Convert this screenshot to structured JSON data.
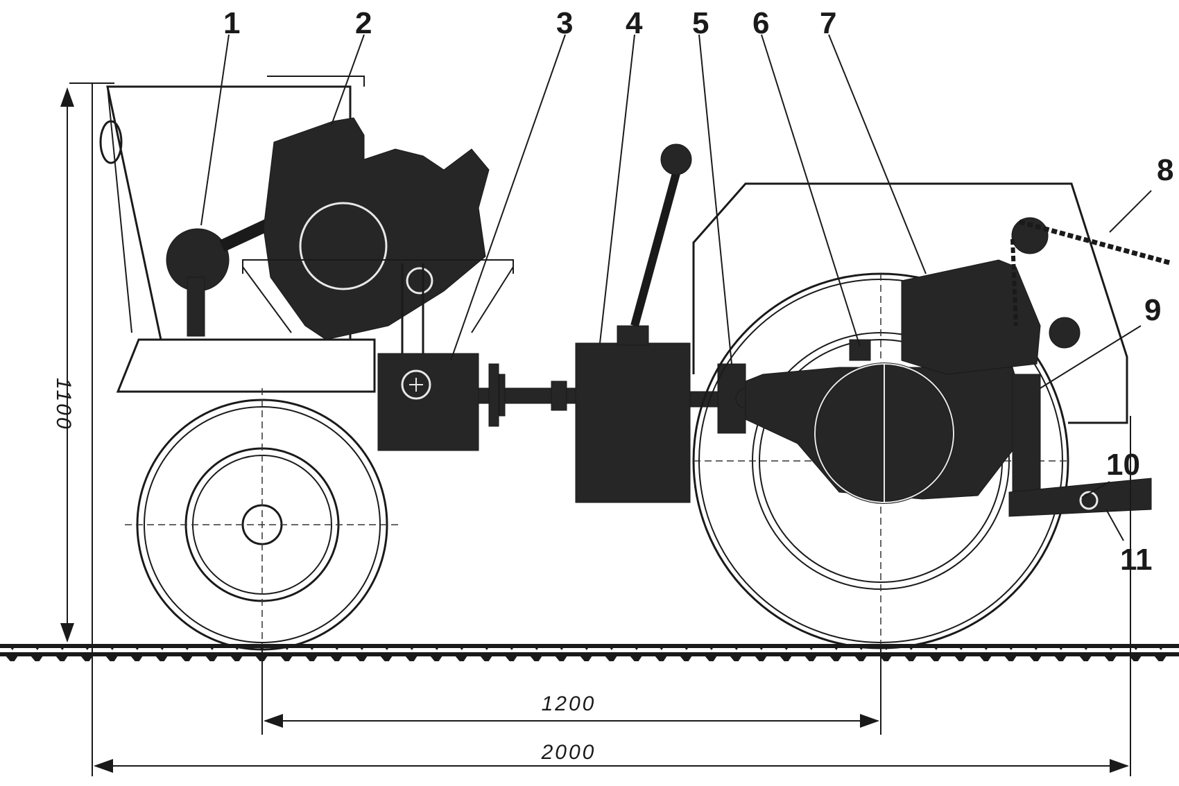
{
  "callouts": [
    {
      "id": "1",
      "label": "1"
    },
    {
      "id": "2",
      "label": "2"
    },
    {
      "id": "3",
      "label": "3"
    },
    {
      "id": "4",
      "label": "4"
    },
    {
      "id": "5",
      "label": "5"
    },
    {
      "id": "6",
      "label": "6"
    },
    {
      "id": "7",
      "label": "7"
    },
    {
      "id": "8",
      "label": "8"
    },
    {
      "id": "9",
      "label": "9"
    },
    {
      "id": "10",
      "label": "10"
    },
    {
      "id": "11",
      "label": "11"
    }
  ],
  "dimensions": {
    "height": "1100",
    "wheelbase": "1200",
    "length": "2000"
  },
  "colors": {
    "ink": "#1a1a1a",
    "fill": "#262626",
    "background": "#ffffff"
  }
}
